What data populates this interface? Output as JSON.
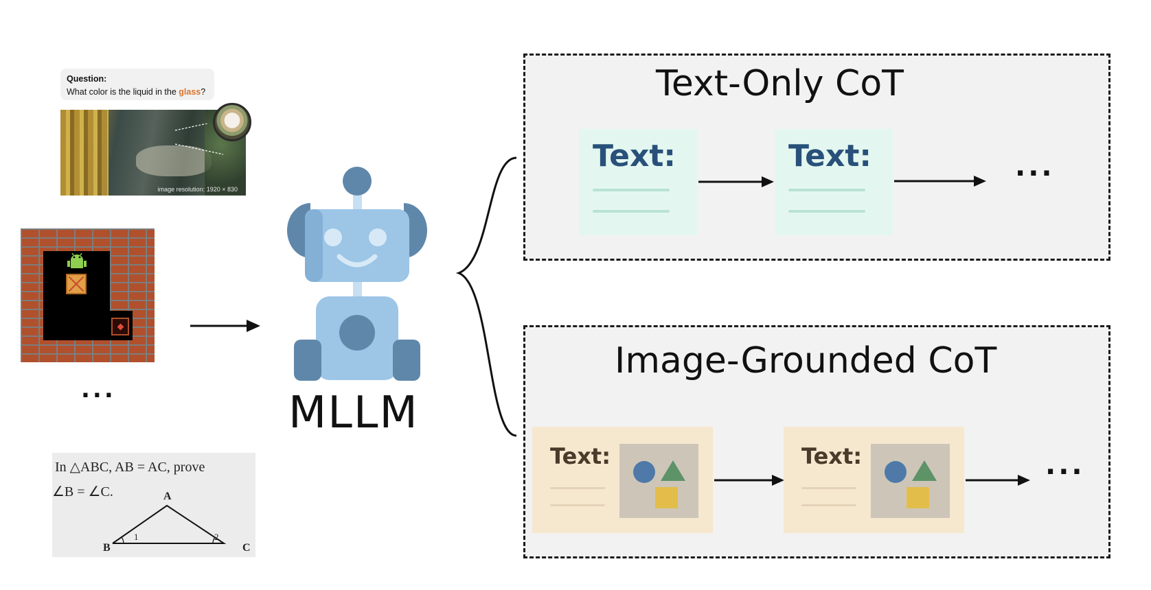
{
  "inputs": {
    "question_label": "Question:",
    "question_pre": "What color is the liquid in the ",
    "question_highlight": "glass",
    "question_post": "?",
    "image_resolution": "image resolution: 1920 × 830",
    "left_ellipsis": "...",
    "geometry_line1": "In △ABC, AB = AC, prove",
    "geometry_line2": "∠B = ∠C.",
    "vertex_a": "A",
    "vertex_b": "B",
    "vertex_c": "C",
    "angle_1": "1",
    "angle_2": "2"
  },
  "model": {
    "label": "MLLM"
  },
  "text_only_panel": {
    "title": "Text-Only CoT",
    "step_label": "Text:",
    "ellipsis": "..."
  },
  "image_grounded_panel": {
    "title": "Image-Grounded CoT",
    "step_label": "Text:",
    "ellipsis": "..."
  },
  "colors": {
    "robot_light": "#9cc5e6",
    "robot_dark": "#5f87aa",
    "text_card_bg": "#e3f7f0",
    "text_card_label": "#28507a",
    "image_card_bg": "#f6e7cf",
    "shape_circle": "#4f79a8",
    "shape_triangle": "#5d9367",
    "shape_square": "#e2bd4a",
    "highlight": "#d9762c"
  }
}
